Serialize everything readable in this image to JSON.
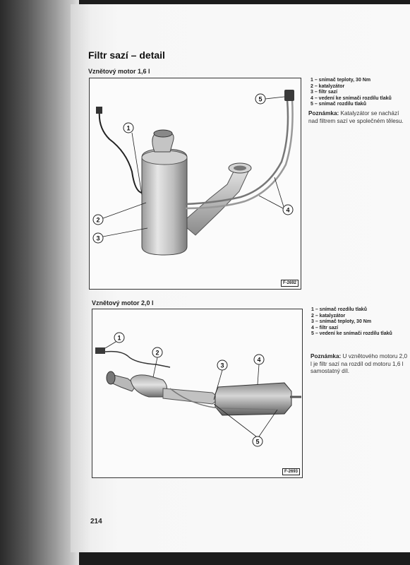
{
  "page": {
    "title": "Filtr sazí – detail",
    "page_number": "214"
  },
  "figure1": {
    "heading": "Vznětový motor 1,6 l",
    "code": "F-2692",
    "callouts": [
      "1",
      "2",
      "3",
      "4",
      "5"
    ],
    "legend": [
      "1 – snímač teploty, 30 Nm",
      "2 – katalyzátor",
      "3 – filtr sazí",
      "4 – vedení ke snímači rozdílu tlaků",
      "5 – snímač rozdílu tlaků"
    ],
    "note_label": "Poznámka:",
    "note_text": "Katalyzátor se nachází nad filtrem sazí ve společném tělesu."
  },
  "figure2": {
    "heading": "Vznětový motor 2,0 l",
    "code": "F-2693",
    "callouts": [
      "1",
      "2",
      "3",
      "4",
      "5"
    ],
    "legend": [
      "1 – snímač rozdílu tlaků",
      "2 – katalyzátor",
      "3 – snímač teploty, 30 Nm",
      "4 – filtr sazí",
      "5 – vedení ke snímači rozdílu tlaků"
    ],
    "note_label": "Poznámka:",
    "note_text": "U vznětového motoru 2,0 l je filtr sazí na rozdíl od motoru 1,6 l samostatný díl."
  }
}
